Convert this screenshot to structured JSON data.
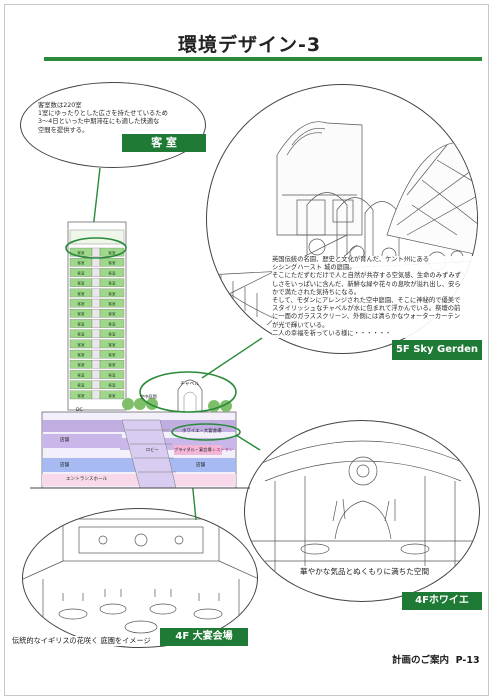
{
  "page": {
    "title": "環境デザイン-3",
    "page_label": "計画のご案内",
    "page_number": "P-13"
  },
  "rooms": {
    "note_lines": [
      "客室数は220室",
      "1室にゆったりとした広さを持たせているため",
      "3～4日といった中期滞在にも適した快適な",
      "空間を提供する。"
    ],
    "label": "客 室"
  },
  "sky_garden": {
    "note_lines": [
      "英国伝統の名園、歴史と文化が育んだ、ケント州にある",
      "シシングハースト 城の庭園。",
      "そこにただずむだけで人と自然が共存する空気感、生命のみずみず",
      "しさをいっぱいに含んだ、新鮮な緑や花々の息吹が溢れ出し、安ら",
      "かで満たされた気持ちになる。",
      "そして、モダンにアレンジされた空中庭園、そこに神秘的で優美で",
      "スタイリッシュなチャペルが水に包まれて浮かんでいる。祭壇の前",
      "に一面のガラススクリーン、外側には清らかなウォーターカーテン",
      "が光で輝いている。",
      "二人の幸福を祈っている様に・・・・・・"
    ],
    "label": "5F Sky Gerden"
  },
  "foyer": {
    "caption": "華やかな気品とぬくもりに満ちた空間",
    "label": "4Fホワイエ"
  },
  "banquet": {
    "caption": "伝統的なイギリスの花咲く 庭園をイメージ",
    "label": "4F 大宴会場"
  },
  "section": {
    "chapel_label": "チャペル",
    "sky_garden_label": "空中庭園",
    "foyer_label": "ホワイエ・大宴会場",
    "bridal_label": "ブライダル・宴会場",
    "restaurant_label": "レストラン",
    "entrance_label": "エントランスホール",
    "shop_label": "店舗",
    "shop_label_2": "店舗",
    "shop_label_3": "店舗",
    "lobby_label": "ロビー",
    "room_label": "客室",
    "floor_dc_label": "DC"
  },
  "colors": {
    "accent_green": "#1f7a35",
    "rule_green": "#2a8a3a",
    "room_green": "#9fd88a",
    "podium_purple": "#b39ddb",
    "podium_pink": "#f2b6d6",
    "podium_blue": "#9fb4f0"
  }
}
